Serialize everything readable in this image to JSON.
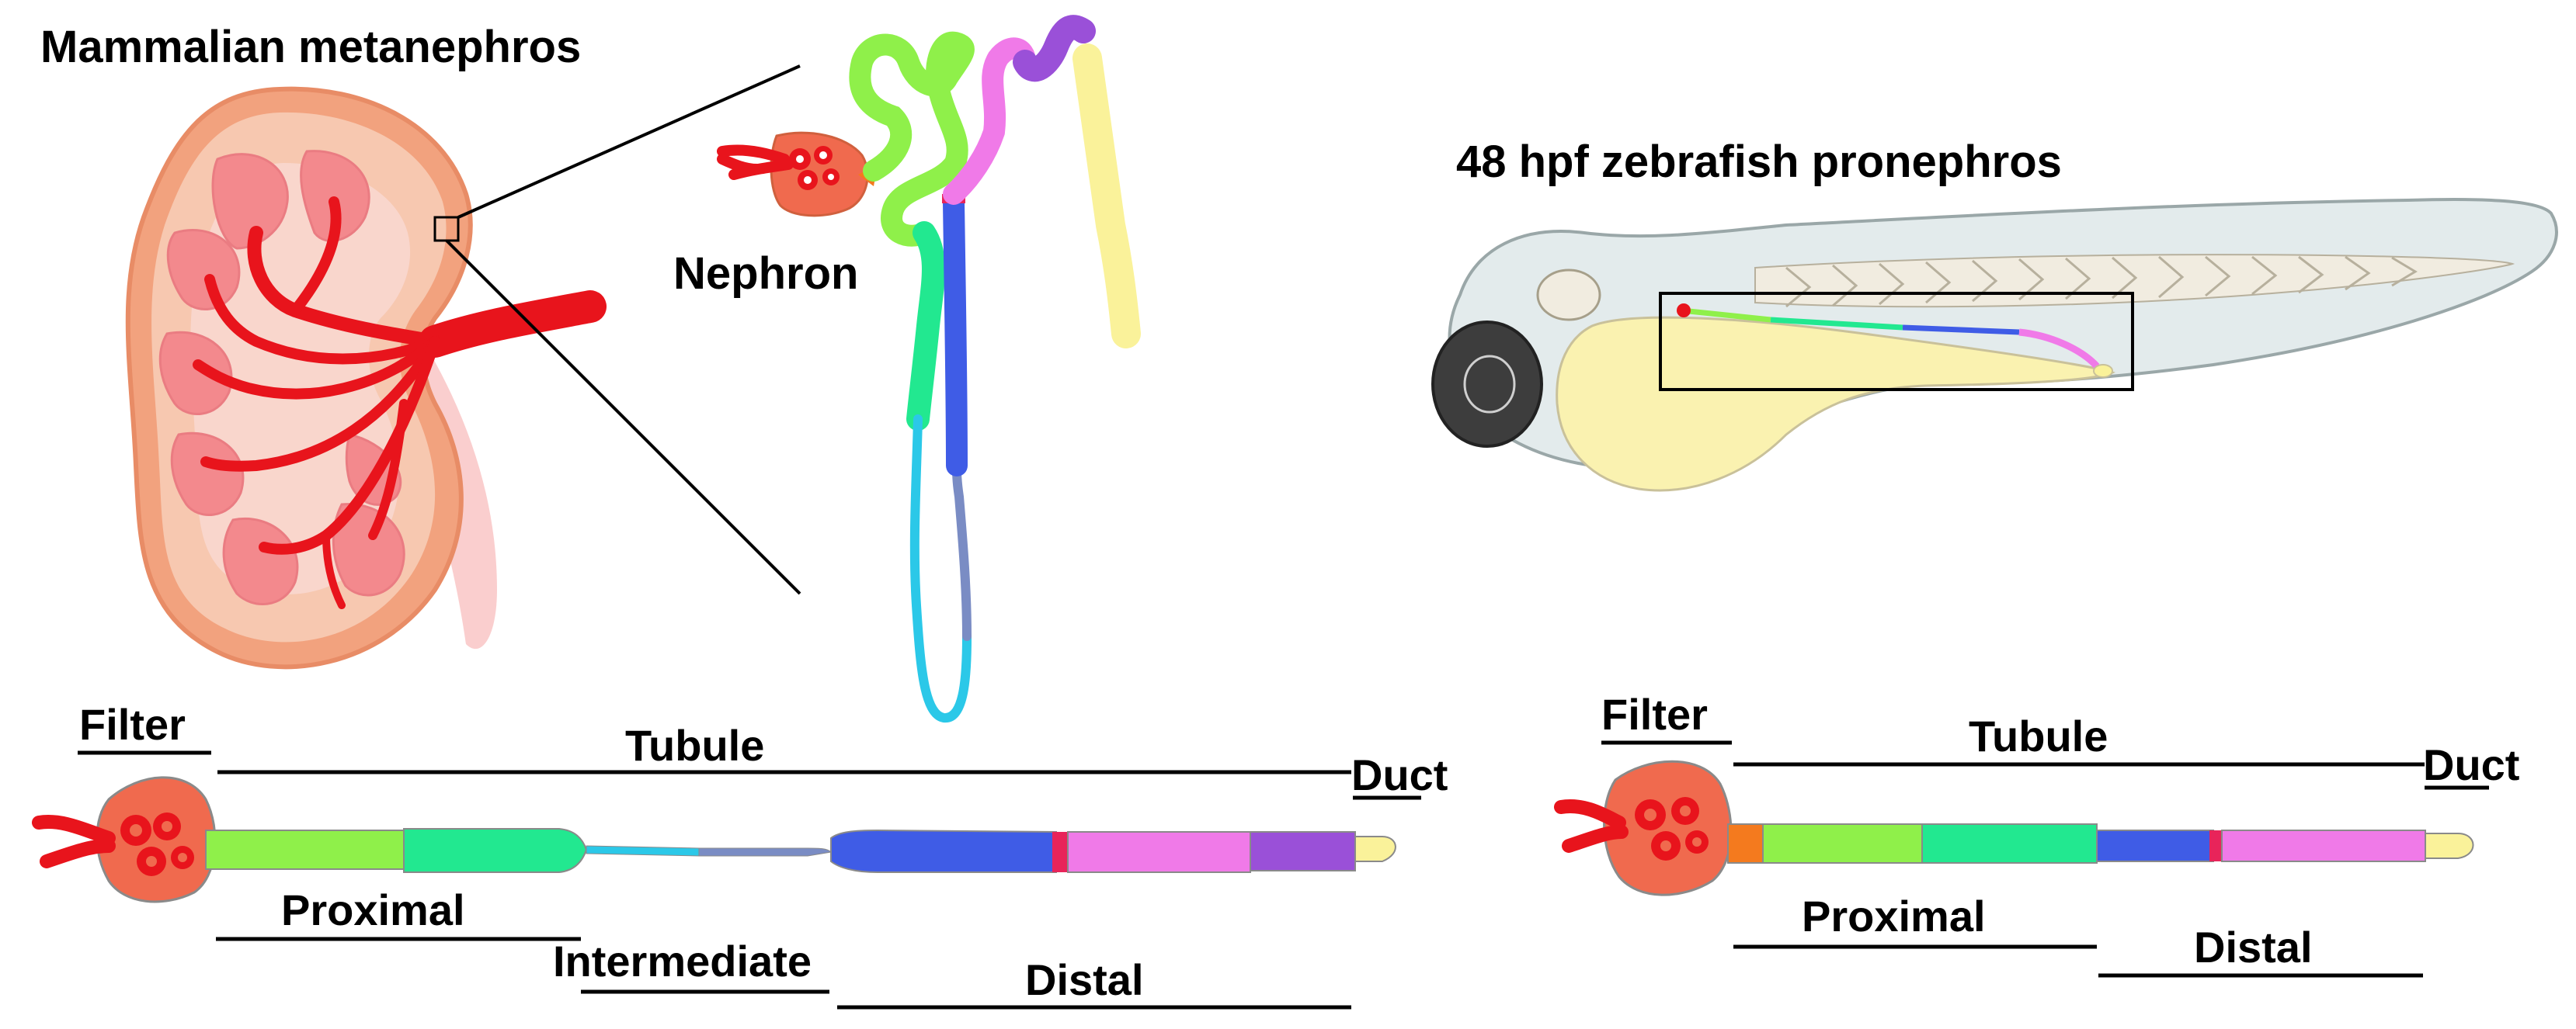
{
  "titles": {
    "mammal": "Mammalian metanephros",
    "zebrafish": "48 hpf zebrafish pronephros",
    "nephron": "Nephron"
  },
  "mammal_segments": {
    "filter": "Filter",
    "tubule": "Tubule",
    "duct": "Duct",
    "proximal": "Proximal",
    "intermediate": "Intermediate",
    "distal": "Distal"
  },
  "zebrafish_segments": {
    "filter": "Filter",
    "tubule": "Tubule",
    "duct": "Duct",
    "proximal": "Proximal",
    "distal": "Distal"
  },
  "colors": {
    "glomerulus": "#f06a4e",
    "capillary": "#e8141c",
    "neck": "#f47a1e",
    "pct_early": "#8ff04a",
    "pct_late": "#22e890",
    "thin_desc": "#2bc8e8",
    "thin_asc": "#7a8cc4",
    "thick_asc": "#3f5ce6",
    "macula": "#e8245a",
    "dct": "#f07ae8",
    "connecting": "#9a50d8",
    "collecting_duct": "#faf29a",
    "kidney_capsule": "#f2a27e",
    "kidney_cortex": "#f7c8b0",
    "renal_pyramid": "#f3898d",
    "embryo_body": "#e3ebec",
    "yolk": "#faf2b0"
  }
}
